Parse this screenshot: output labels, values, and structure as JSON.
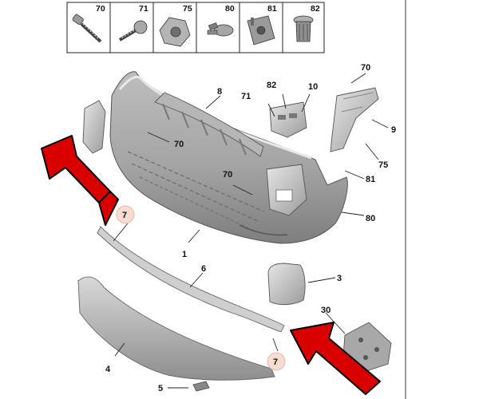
{
  "fastener_table": {
    "items": [
      {
        "number": "70",
        "icon": "screw-icon"
      },
      {
        "number": "71",
        "icon": "screw-icon"
      },
      {
        "number": "75",
        "icon": "nut-icon"
      },
      {
        "number": "80",
        "icon": "push-rivet-icon"
      },
      {
        "number": "81",
        "icon": "clip-nut-icon"
      },
      {
        "number": "82",
        "icon": "expanding-clip-icon"
      }
    ]
  },
  "callouts": {
    "c70_left": "70",
    "c70_mid": "70",
    "c70_right": "70",
    "c71": "71",
    "c82": "82",
    "c10": "10",
    "c8": "8",
    "c9": "9",
    "c75": "75",
    "c81": "81",
    "c80": "80",
    "c1": "1",
    "c6": "6",
    "c3": "3",
    "c30": "30",
    "c4": "4",
    "c5": "5"
  },
  "highlighted_callouts": {
    "top": "7",
    "bottom": "7"
  },
  "colors": {
    "arrow_fill": "#d90000",
    "highlight_circle": "#f8dcd2",
    "part_dark": "#8a8a8a",
    "part_light": "#d6d6d6"
  }
}
